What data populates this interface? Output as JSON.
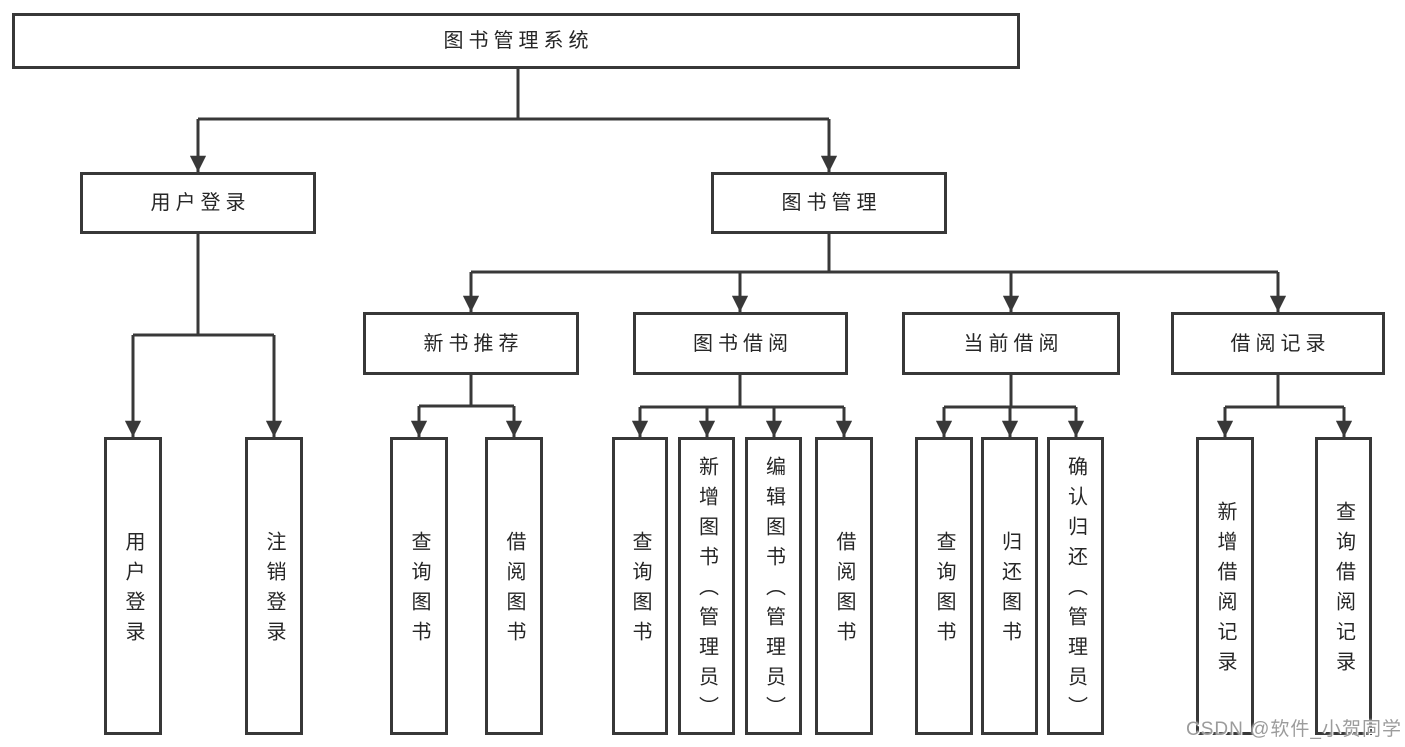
{
  "tree": {
    "root": {
      "label": "图书管理系统"
    },
    "branches": [
      {
        "label": "用户登录",
        "children": [
          {
            "label": "用户登录"
          },
          {
            "label": "注销登录"
          }
        ]
      },
      {
        "label": "图书管理",
        "children": [
          {
            "label": "新书推荐",
            "children": [
              {
                "label": "查询图书"
              },
              {
                "label": "借阅图书"
              }
            ]
          },
          {
            "label": "图书借阅",
            "children": [
              {
                "label": "查询图书"
              },
              {
                "label": "新增图书（管理员）"
              },
              {
                "label": "编辑图书（管理员）"
              },
              {
                "label": "借阅图书"
              }
            ]
          },
          {
            "label": "当前借阅",
            "children": [
              {
                "label": "查询图书"
              },
              {
                "label": "归还图书"
              },
              {
                "label": "确认归还（管理员）"
              }
            ]
          },
          {
            "label": "借阅记录",
            "children": [
              {
                "label": "新增借阅记录"
              },
              {
                "label": "查询借阅记录"
              }
            ]
          }
        ]
      }
    ]
  },
  "watermark": {
    "text": "CSDN @软件_小贺同学"
  },
  "colors": {
    "line": "#383838",
    "text": "#262626",
    "background": "#ffffff",
    "watermark": "#9c9c9c"
  }
}
